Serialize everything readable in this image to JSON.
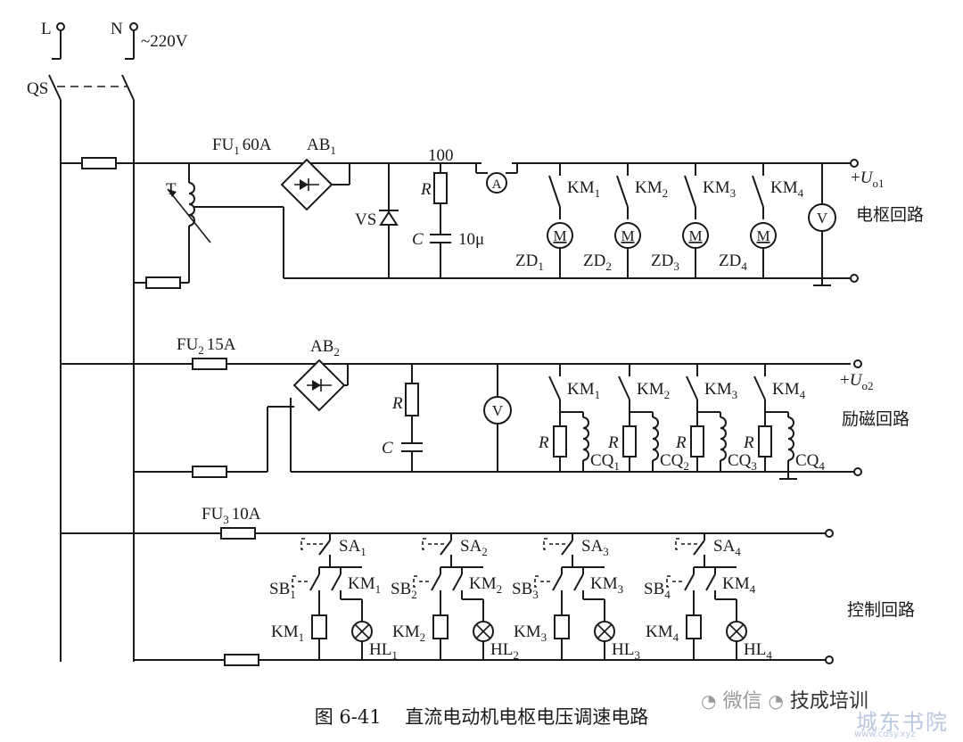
{
  "supply": {
    "L": "L",
    "N": "N",
    "voltage": "~220V",
    "switch": "QS"
  },
  "armature": {
    "fuse_main": "FU",
    "fuse_sub": "1",
    "fuse_rating": "60A",
    "rectifier_main": "AB",
    "rectifier_sub": "1",
    "transformer": "T",
    "vs": "VS",
    "r_value": "100",
    "r": "R",
    "c": "C",
    "c_value": "10μ",
    "ammeter": "A",
    "voltmeter": "V",
    "output_prefix": "+",
    "output_u": "U",
    "output_sub": "o1",
    "section_label": "电枢回路",
    "contactors": [
      {
        "km": "KM",
        "km_sub": "1",
        "zd": "ZD",
        "zd_sub": "1"
      },
      {
        "km": "KM",
        "km_sub": "2",
        "zd": "ZD",
        "zd_sub": "2"
      },
      {
        "km": "KM",
        "km_sub": "3",
        "zd": "ZD",
        "zd_sub": "3"
      },
      {
        "km": "KM",
        "km_sub": "4",
        "zd": "ZD",
        "zd_sub": "4"
      }
    ],
    "motor_symbol": "M"
  },
  "excitation": {
    "fuse_main": "FU",
    "fuse_sub": "2",
    "fuse_rating": "15A",
    "rectifier_main": "AB",
    "rectifier_sub": "2",
    "r": "R",
    "c": "C",
    "voltmeter": "V",
    "output_prefix": "+",
    "output_u": "U",
    "output_sub": "o2",
    "section_label": "励磁回路",
    "branches": [
      {
        "km": "KM",
        "km_sub": "1",
        "r": "R",
        "cq": "CQ",
        "cq_sub": "1"
      },
      {
        "km": "KM",
        "km_sub": "2",
        "r": "R",
        "cq": "CQ",
        "cq_sub": "2"
      },
      {
        "km": "KM",
        "km_sub": "3",
        "r": "R",
        "cq": "CQ",
        "cq_sub": "3"
      },
      {
        "km": "KM",
        "km_sub": "4",
        "r": "R",
        "cq": "CQ",
        "cq_sub": "4"
      }
    ]
  },
  "control": {
    "fuse_main": "FU",
    "fuse_sub": "3",
    "fuse_rating": "10A",
    "section_label": "控制回路",
    "branches": [
      {
        "sa": "SA",
        "sa_sub": "1",
        "sb": "SB",
        "sb_sub": "1",
        "km": "KM",
        "km_sub": "1",
        "hl": "HL",
        "hl_sub": "1"
      },
      {
        "sa": "SA",
        "sa_sub": "2",
        "sb": "SB",
        "sb_sub": "2",
        "km": "KM",
        "km_sub": "2",
        "hl": "HL",
        "hl_sub": "2"
      },
      {
        "sa": "SA",
        "sa_sub": "3",
        "sb": "SB",
        "sb_sub": "3",
        "km": "KM",
        "km_sub": "3",
        "hl": "HL",
        "hl_sub": "3"
      },
      {
        "sa": "SA",
        "sa_sub": "4",
        "sb": "SB",
        "sb_sub": "4",
        "km": "KM",
        "km_sub": "4",
        "hl": "HL",
        "hl_sub": "4"
      }
    ]
  },
  "caption": {
    "number": "图 6-41",
    "title": "直流电动机电枢电压调速电路"
  },
  "watermark": {
    "wechat": "微信",
    "name": "技成培训",
    "site_cn": "城东书院",
    "site_url": "www.cdsy.xyz"
  }
}
